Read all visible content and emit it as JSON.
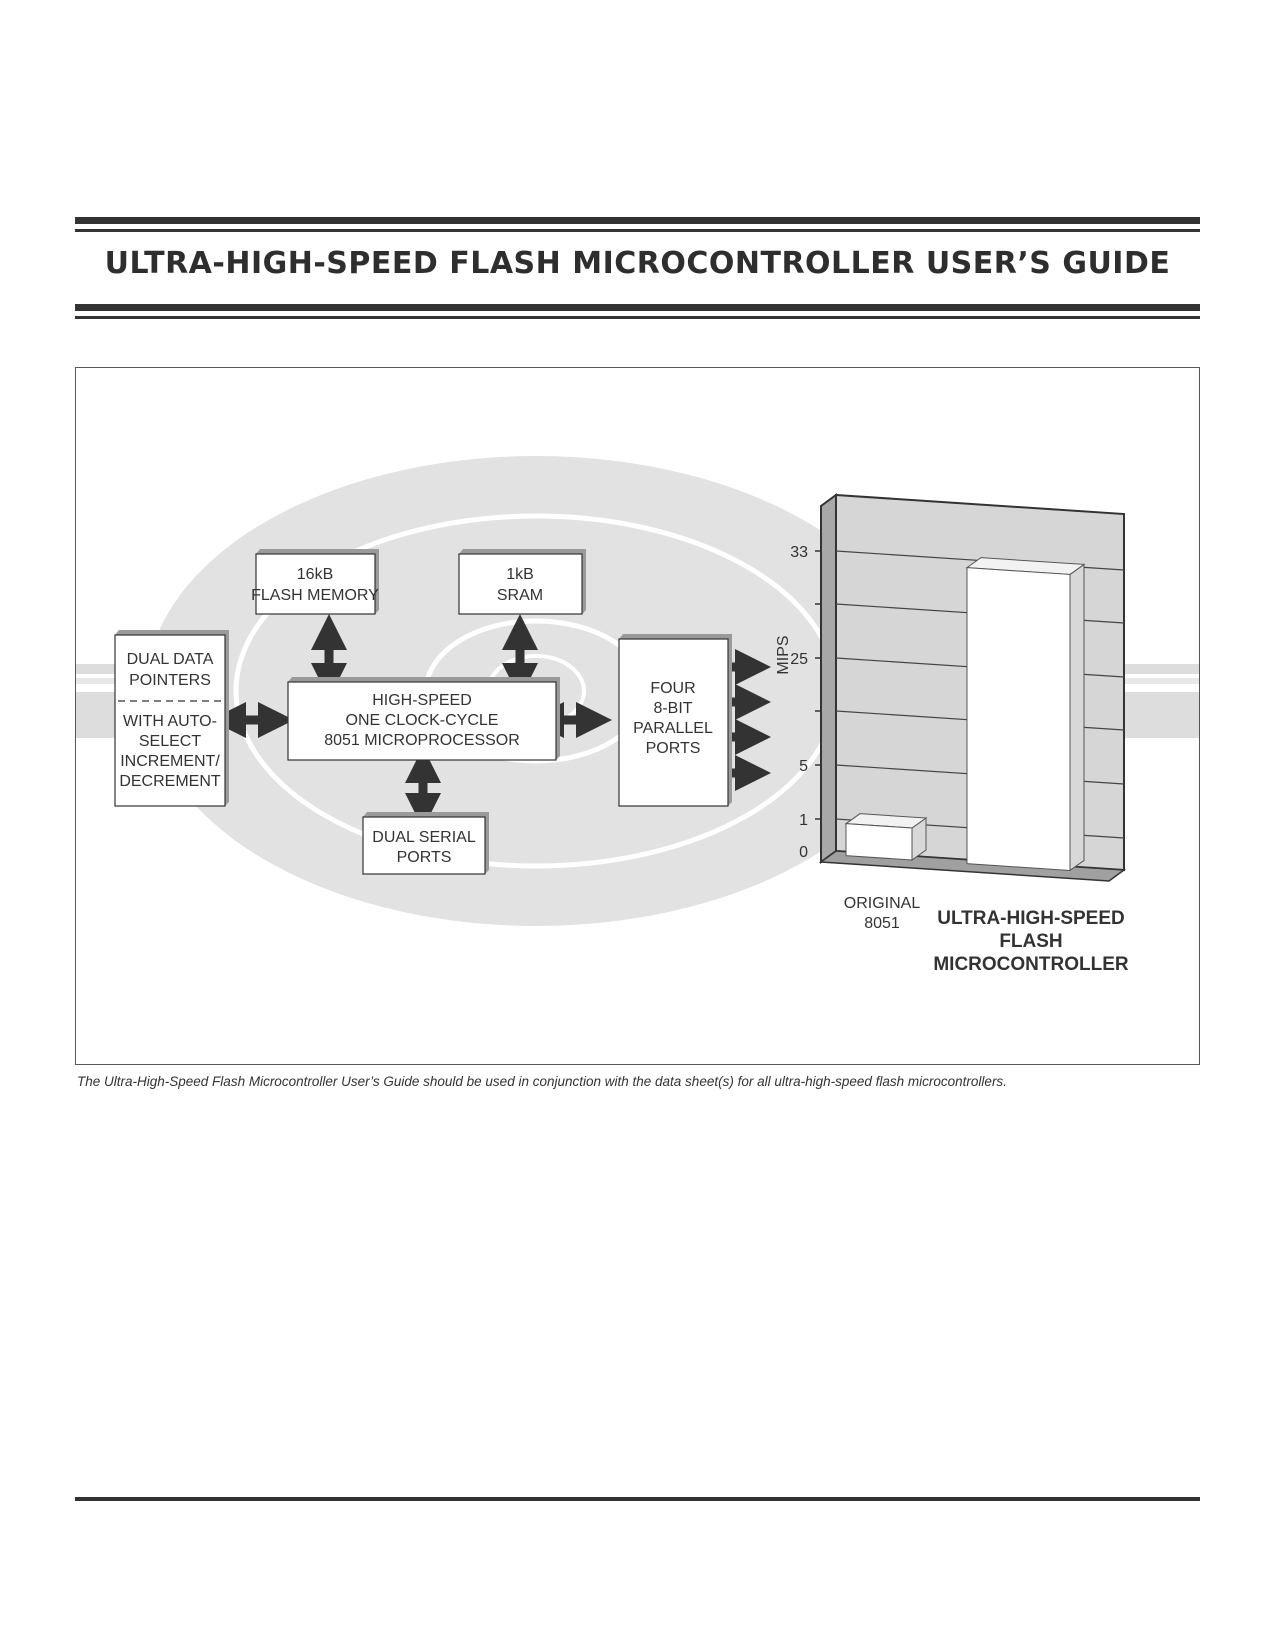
{
  "header": {
    "title": "ULTRA-HIGH-SPEED FLASH MICROCONTROLLER USER’S GUIDE"
  },
  "diagram": {
    "flash": [
      "16kB",
      "FLASH MEMORY"
    ],
    "sram": [
      "1kB",
      "SRAM"
    ],
    "dptr_top": [
      "DUAL DATA",
      "POINTERS"
    ],
    "dptr_bottom": [
      "WITH AUTO-",
      "SELECT",
      "INCREMENT/",
      "DECREMENT"
    ],
    "cpu": [
      "HIGH-SPEED",
      "ONE CLOCK-CYCLE",
      "8051 MICROPROCESSOR"
    ],
    "serial": [
      "DUAL SERIAL",
      "PORTS"
    ],
    "ports": [
      "FOUR",
      "8-BIT",
      "PARALLEL",
      "PORTS"
    ]
  },
  "chart_data": {
    "type": "bar",
    "ylabel": "MIPS",
    "yticks": [
      0,
      1,
      5,
      25,
      33
    ],
    "categories": [
      [
        "ORIGINAL",
        "8051"
      ],
      [
        "ULTRA-HIGH-SPEED",
        "FLASH",
        "MICROCONTROLLER"
      ]
    ],
    "values": [
      1,
      33
    ],
    "colors": {
      "bar": "#ffffff",
      "wall": "#d6d6d6",
      "frame": "#333333"
    }
  },
  "caption": "The Ultra-High-Speed Flash Microcontroller User’s Guide should be used in conjunction with the data sheet(s) for all ultra-high-speed flash microcontrollers."
}
